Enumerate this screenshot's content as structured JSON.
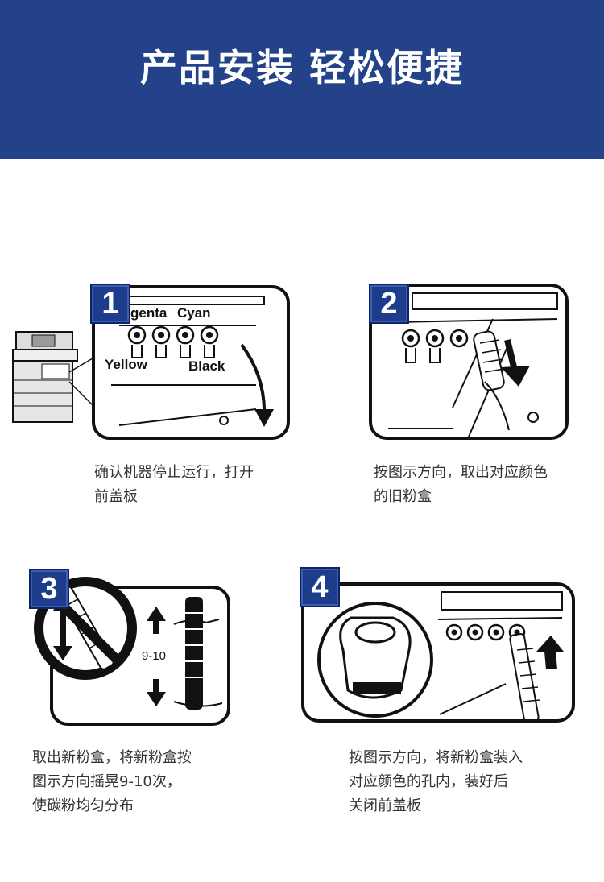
{
  "header": {
    "title": "产品安装 轻松便捷",
    "bg_color": "#24428a"
  },
  "steps": [
    {
      "number": "1",
      "caption": "确认机器停止运行，打开\n前盖板",
      "labels": {
        "magenta": "genta",
        "cyan": "Cyan",
        "yellow": "Yellow",
        "black": "Black"
      }
    },
    {
      "number": "2",
      "caption": "按图示方向，取出对应颜色\n的旧粉盒"
    },
    {
      "number": "3",
      "caption": "取出新粉盒，将新粉盒按\n图示方向摇晃9-10次，\n使碳粉均匀分布",
      "shake_count": "9-10"
    },
    {
      "number": "4",
      "caption": "按图示方向，将新粉盒装入\n对应颜色的孔内，装好后\n关闭前盖板"
    }
  ],
  "badge_color": "#1d3c8c"
}
